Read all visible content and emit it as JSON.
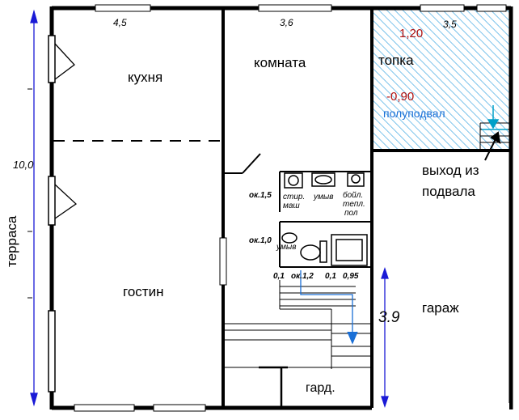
{
  "colors": {
    "wall": "#000000",
    "dimension_line": "#1a1ad6",
    "hatch": "#5ab4e6",
    "red_label": "#b01010",
    "blue_label": "#1a6fd6",
    "teal_arrow": "#00a0c8",
    "background": "#ffffff"
  },
  "rooms": {
    "kitchen": "кухня",
    "living": "гостин",
    "room": "комната",
    "furnace": "топка",
    "semi_basement": "полуподвал",
    "basement_exit_line1": "выход из",
    "basement_exit_line2": "подвала",
    "garage": "гараж",
    "wardrobe": "гард.",
    "terrace": "терраса"
  },
  "dimensions": {
    "kitchen_width": "4,5",
    "room_width": "3,6",
    "furnace_width": "3,5",
    "house_length": "10,0",
    "garage_depth": "3.9"
  },
  "levels": {
    "top_mark": "1,20",
    "bottom_mark": "-0,90"
  },
  "fixtures": {
    "ok_1_5": "ок.1,5",
    "stir_line1": "стир.",
    "stir_line2": "маш",
    "umyv_1": "умыв",
    "boiler_line1": "бойл.",
    "boiler_line2": "тепл.",
    "boiler_line3": "пол",
    "ok_1_0": "ок.1,0",
    "umyv_2": "умыв",
    "d_0_1_a": "0,1",
    "ok_1_2": "ок.1,2",
    "d_0_1_b": "0,1",
    "d_0_95": "0,95"
  }
}
